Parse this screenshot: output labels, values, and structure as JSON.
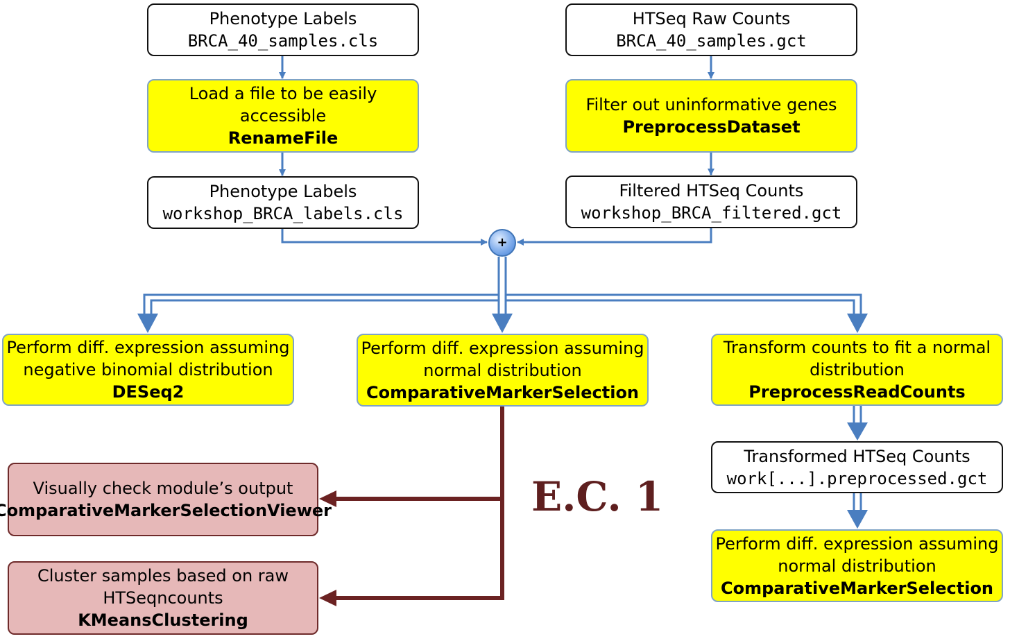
{
  "colors": {
    "module_fill": "#ffff00",
    "file_fill": "#ffffff",
    "viewer_fill": "#e6b8b8",
    "arrow_blue": "#4a7ec0",
    "arrow_dark_red": "#6b2222"
  },
  "merge_symbol": "+",
  "ec_label": "E.C. 1",
  "nodes": {
    "phenotype_in": {
      "title": "Phenotype Labels",
      "file": "BRCA_40_samples.cls"
    },
    "rename": {
      "desc1": "Load a file to be easily",
      "desc2": "accessible",
      "module": "RenameFile"
    },
    "phenotype_out": {
      "title": "Phenotype Labels",
      "file": "workshop_BRCA_labels.cls"
    },
    "raw_counts": {
      "title": "HTSeq Raw Counts",
      "file": "BRCA_40_samples.gct"
    },
    "preprocess": {
      "desc1": "Filter out uninformative genes",
      "module": "PreprocessDataset"
    },
    "filtered": {
      "title": "Filtered HTSeq Counts",
      "file": "workshop_BRCA_filtered.gct"
    },
    "deseq": {
      "desc1": "Perform diff. expression assuming",
      "desc2": "negative binomial distribution",
      "module": "DESeq2"
    },
    "cms": {
      "desc1": "Perform diff. expression assuming",
      "desc2": "normal distribution",
      "module": "ComparativeMarkerSelection"
    },
    "readcounts": {
      "desc1": "Transform counts to fit a normal",
      "desc2": "distribution",
      "module": "PreprocessReadCounts"
    },
    "transformed": {
      "title": "Transformed HTSeq Counts",
      "file": "work[...].preprocessed.gct"
    },
    "cms2": {
      "desc1": "Perform diff. expression assuming",
      "desc2": "normal distribution",
      "module": "ComparativeMarkerSelection"
    },
    "viewer": {
      "desc1": "Visually check module’s output",
      "module": "ComparativeMarkerSelectionViewer"
    },
    "kmeans": {
      "desc1": "Cluster samples based on raw",
      "desc2": "HTSeqncounts",
      "module": "KMeansClustering"
    }
  }
}
